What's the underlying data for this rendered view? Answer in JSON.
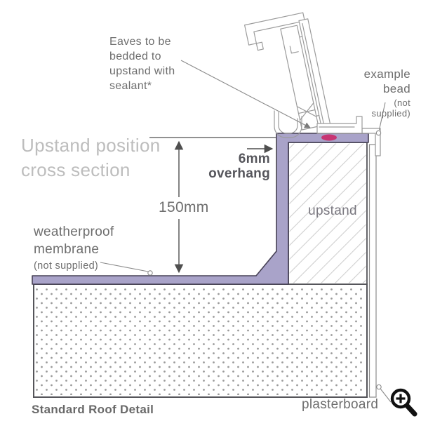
{
  "labels": {
    "title": "Upstand position cross section",
    "eaves_note": "Eaves to be bedded to upstand with sealant*",
    "example_bead": "example bead",
    "example_bead_note": "(not supplied)",
    "overhang": "6mm overhang",
    "dim_150mm": "150mm",
    "upstand": "upstand",
    "membrane": "weatherproof membrane",
    "membrane_note": "(not supplied)",
    "footer": "Standard Roof Detail",
    "plasterboard": "plasterboard"
  },
  "colors": {
    "membrane": "#a9a3c9",
    "membrane_outline": "#474156",
    "sealant": "#c73572",
    "annotation_text": "#6e6e6e",
    "title_text": "#bdbdbd",
    "outline_dark": "#55555a",
    "profile_line": "#9b9b9b",
    "hatch_line": "#cfcfcf",
    "stipple_dot": "#9a9a9a",
    "icon": "#111111"
  },
  "icons": {
    "zoom_icon": "magnifier-plus"
  }
}
